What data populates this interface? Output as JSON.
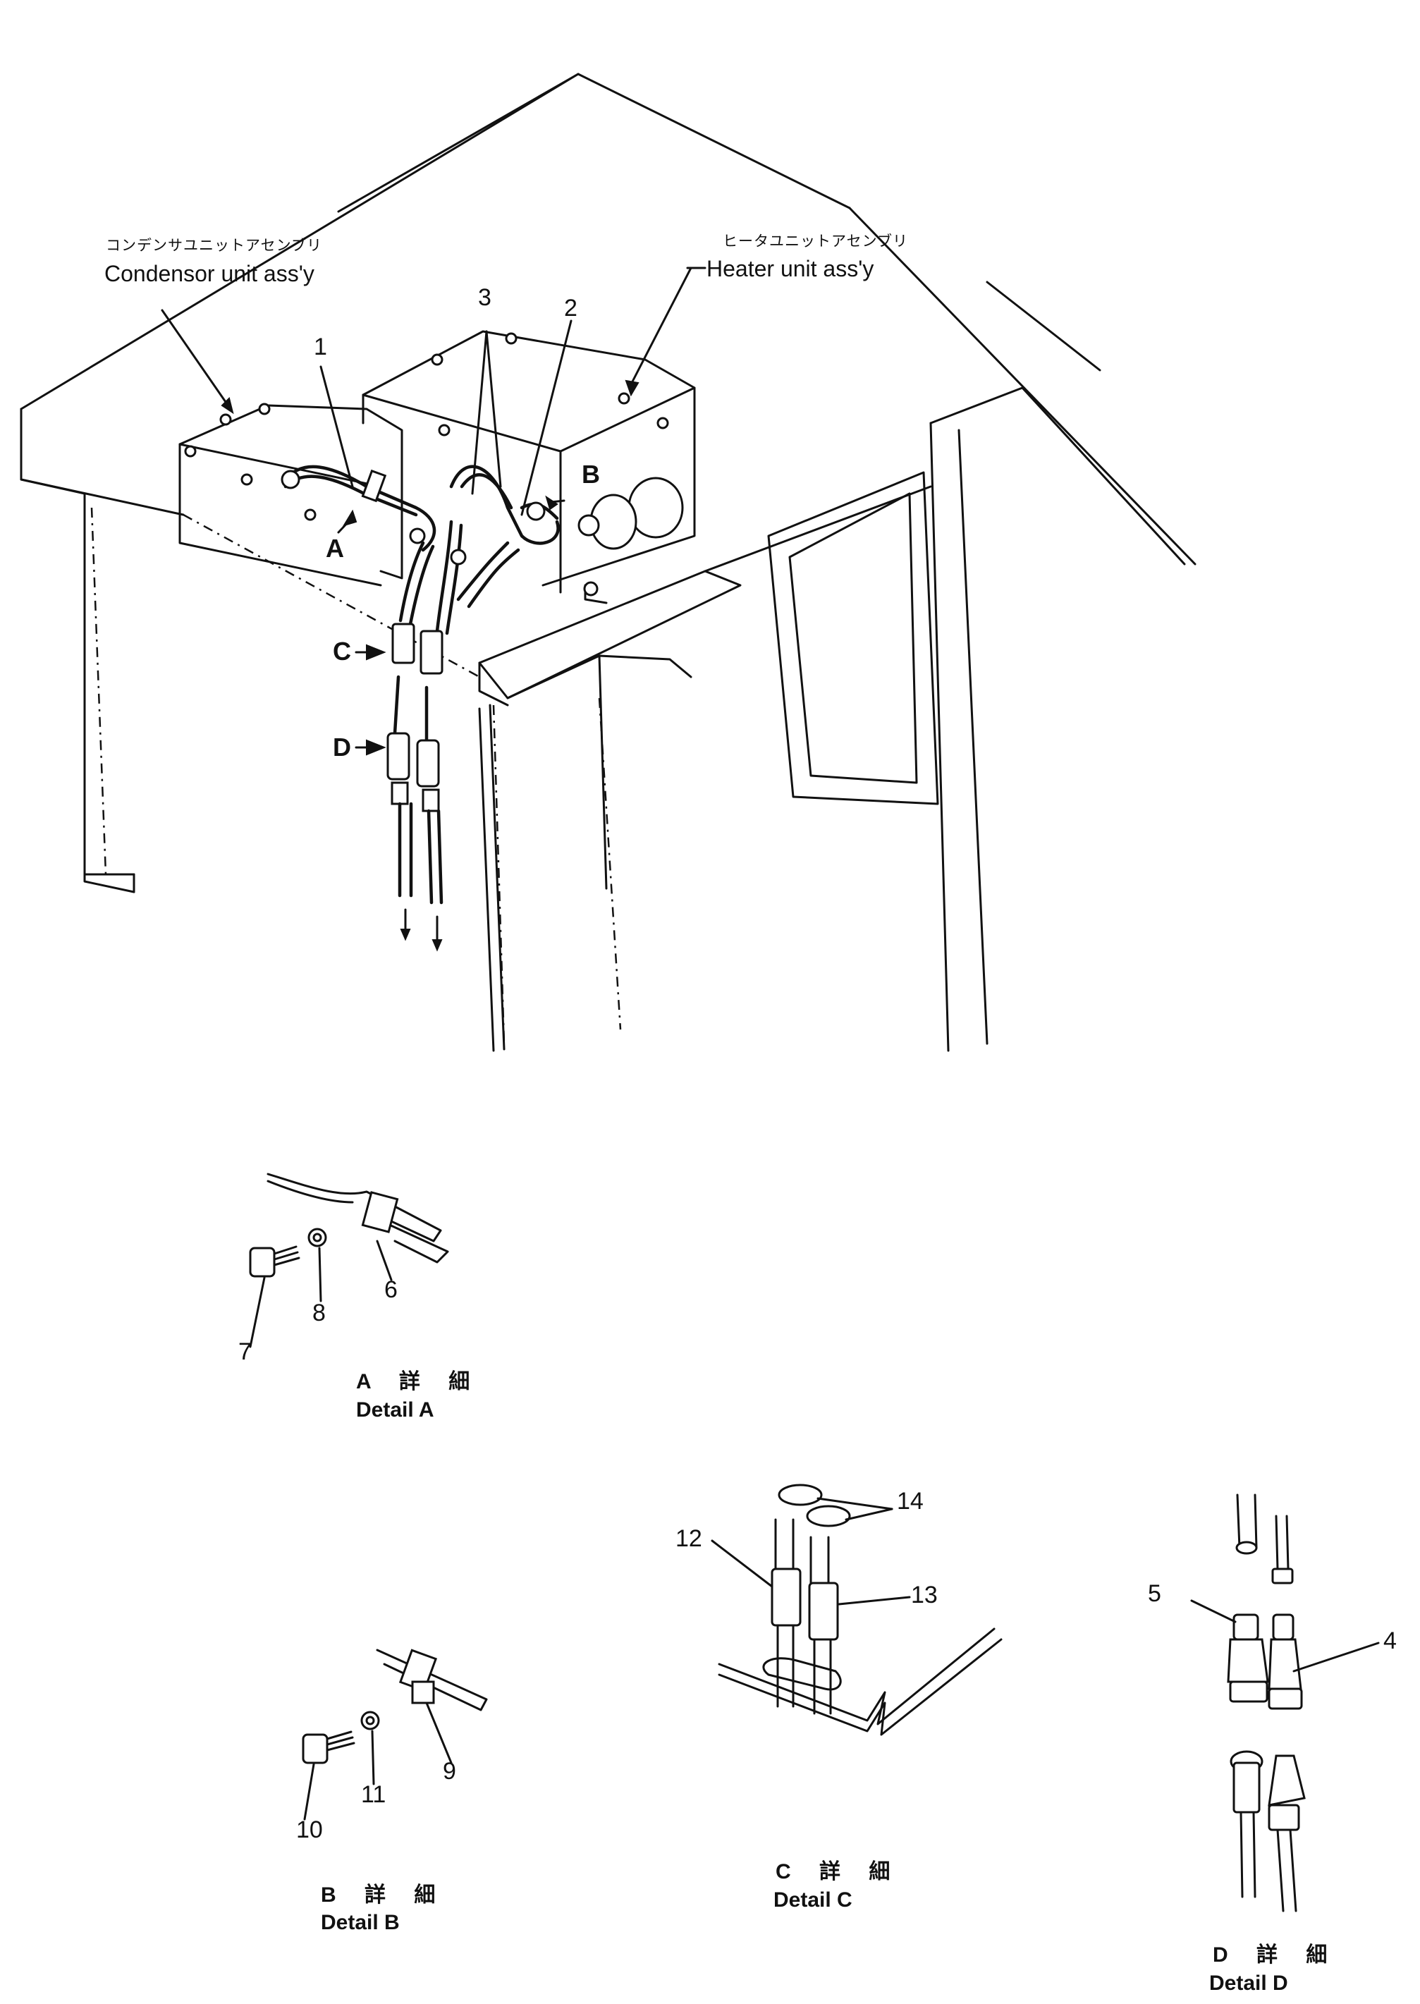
{
  "labels": {
    "condensor_jp": "コンデンサユニットアセンブリ",
    "condensor_en": "Condensor unit ass'y",
    "heater_jp": "ヒータユニットアセンブリ",
    "heater_en": "Heater unit ass'y"
  },
  "view_letters": {
    "a": "A",
    "b": "B",
    "c": "C",
    "d": "D"
  },
  "part_numbers": {
    "p1": "1",
    "p2": "2",
    "p3": "3",
    "p4": "4",
    "p5": "5",
    "p6": "6",
    "p7": "7",
    "p8": "8",
    "p9": "9",
    "p10": "10",
    "p11": "11",
    "p12": "12",
    "p13": "13",
    "p14": "14"
  },
  "details": {
    "a": {
      "jp": "A 詳 細",
      "en": "Detail  A"
    },
    "b": {
      "jp": "B 詳 細",
      "en": "Detail  B"
    },
    "c": {
      "jp": "C 詳 細",
      "en": "Detail  C"
    },
    "d": {
      "jp": "D 詳 細",
      "en": "Detail  D"
    }
  }
}
